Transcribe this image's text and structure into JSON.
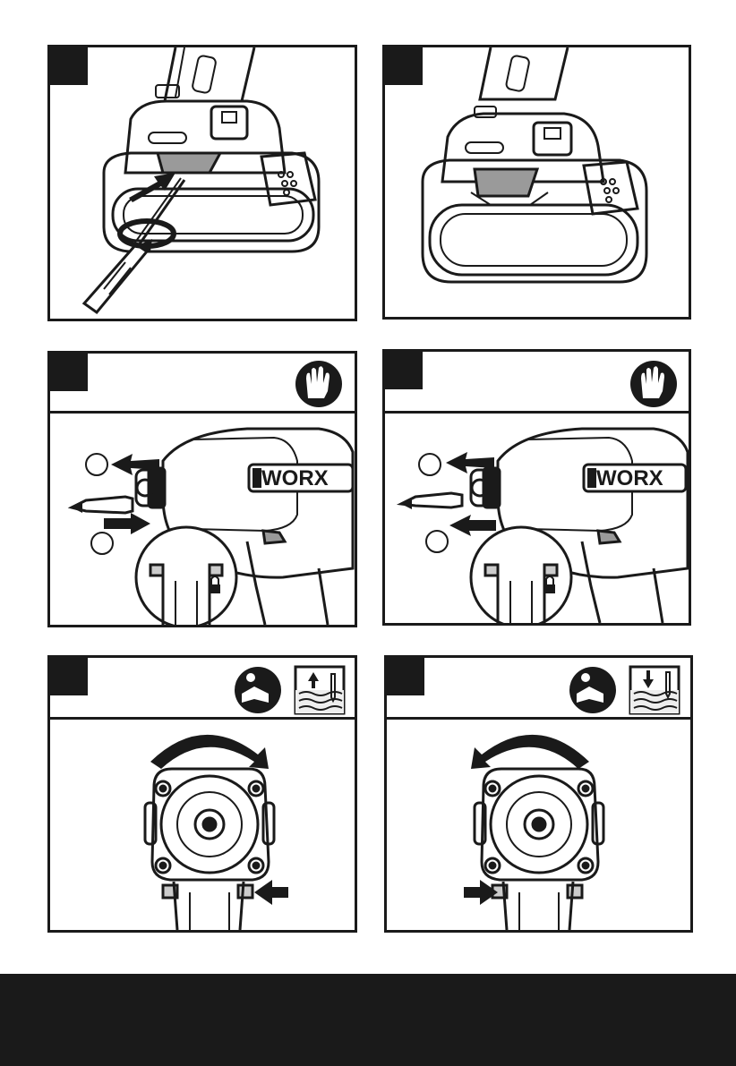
{
  "brand": {
    "logo_text": "WORX"
  },
  "colors": {
    "ink": "#1a1a1a",
    "panel_bg": "#ffffff",
    "footer": "#1a1a1a",
    "label_bg": "#eeeeee"
  },
  "panels": [
    {
      "name": "battery-insert-screwdriver",
      "icons": [
        "screwdriver-icon",
        "push-arrow-icon",
        "rotate-arrow-icon"
      ]
    },
    {
      "name": "battery-installed",
      "icons": [
        "battery-icon"
      ]
    },
    {
      "name": "bit-removal",
      "icons": [
        "gloves-icon",
        "pull-arrow-icon",
        "push-arrow-icon",
        "lock-icon"
      ]
    },
    {
      "name": "bit-insertion",
      "icons": [
        "gloves-icon",
        "pull-arrow-icon",
        "lock-icon"
      ]
    },
    {
      "name": "forward-rotation",
      "icons": [
        "read-manual-icon",
        "screw-out-icon",
        "clockwise-arrow-icon",
        "push-arrow-icon"
      ]
    },
    {
      "name": "reverse-rotation",
      "icons": [
        "read-manual-icon",
        "screw-in-icon",
        "counterclockwise-arrow-icon",
        "push-arrow-icon"
      ]
    }
  ]
}
